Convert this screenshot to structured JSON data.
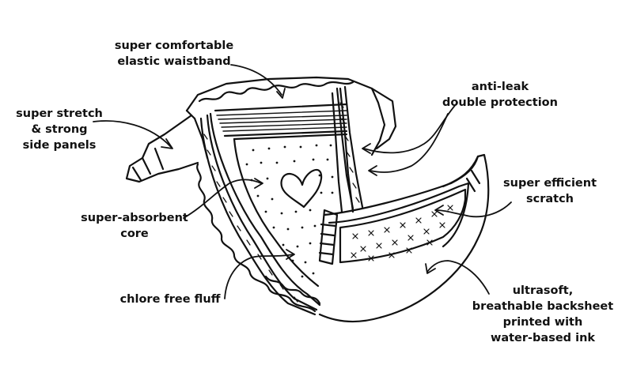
{
  "diagram": {
    "line_color": "#111111",
    "background": "#ffffff",
    "labels": {
      "waistband": [
        "super comfortable",
        "elastic waistband"
      ],
      "antileak": [
        "anti-leak",
        "double protection"
      ],
      "sidepanels": [
        "super stretch",
        "& strong",
        "side panels"
      ],
      "scratch": [
        "super efficient",
        "scratch"
      ],
      "core": [
        "super-absorbent",
        "core"
      ],
      "fluff": [
        "chlore free fluff"
      ],
      "backsheet": [
        "ultrasoft,",
        "breathable backsheet",
        "printed with",
        "water-based ink"
      ]
    }
  }
}
